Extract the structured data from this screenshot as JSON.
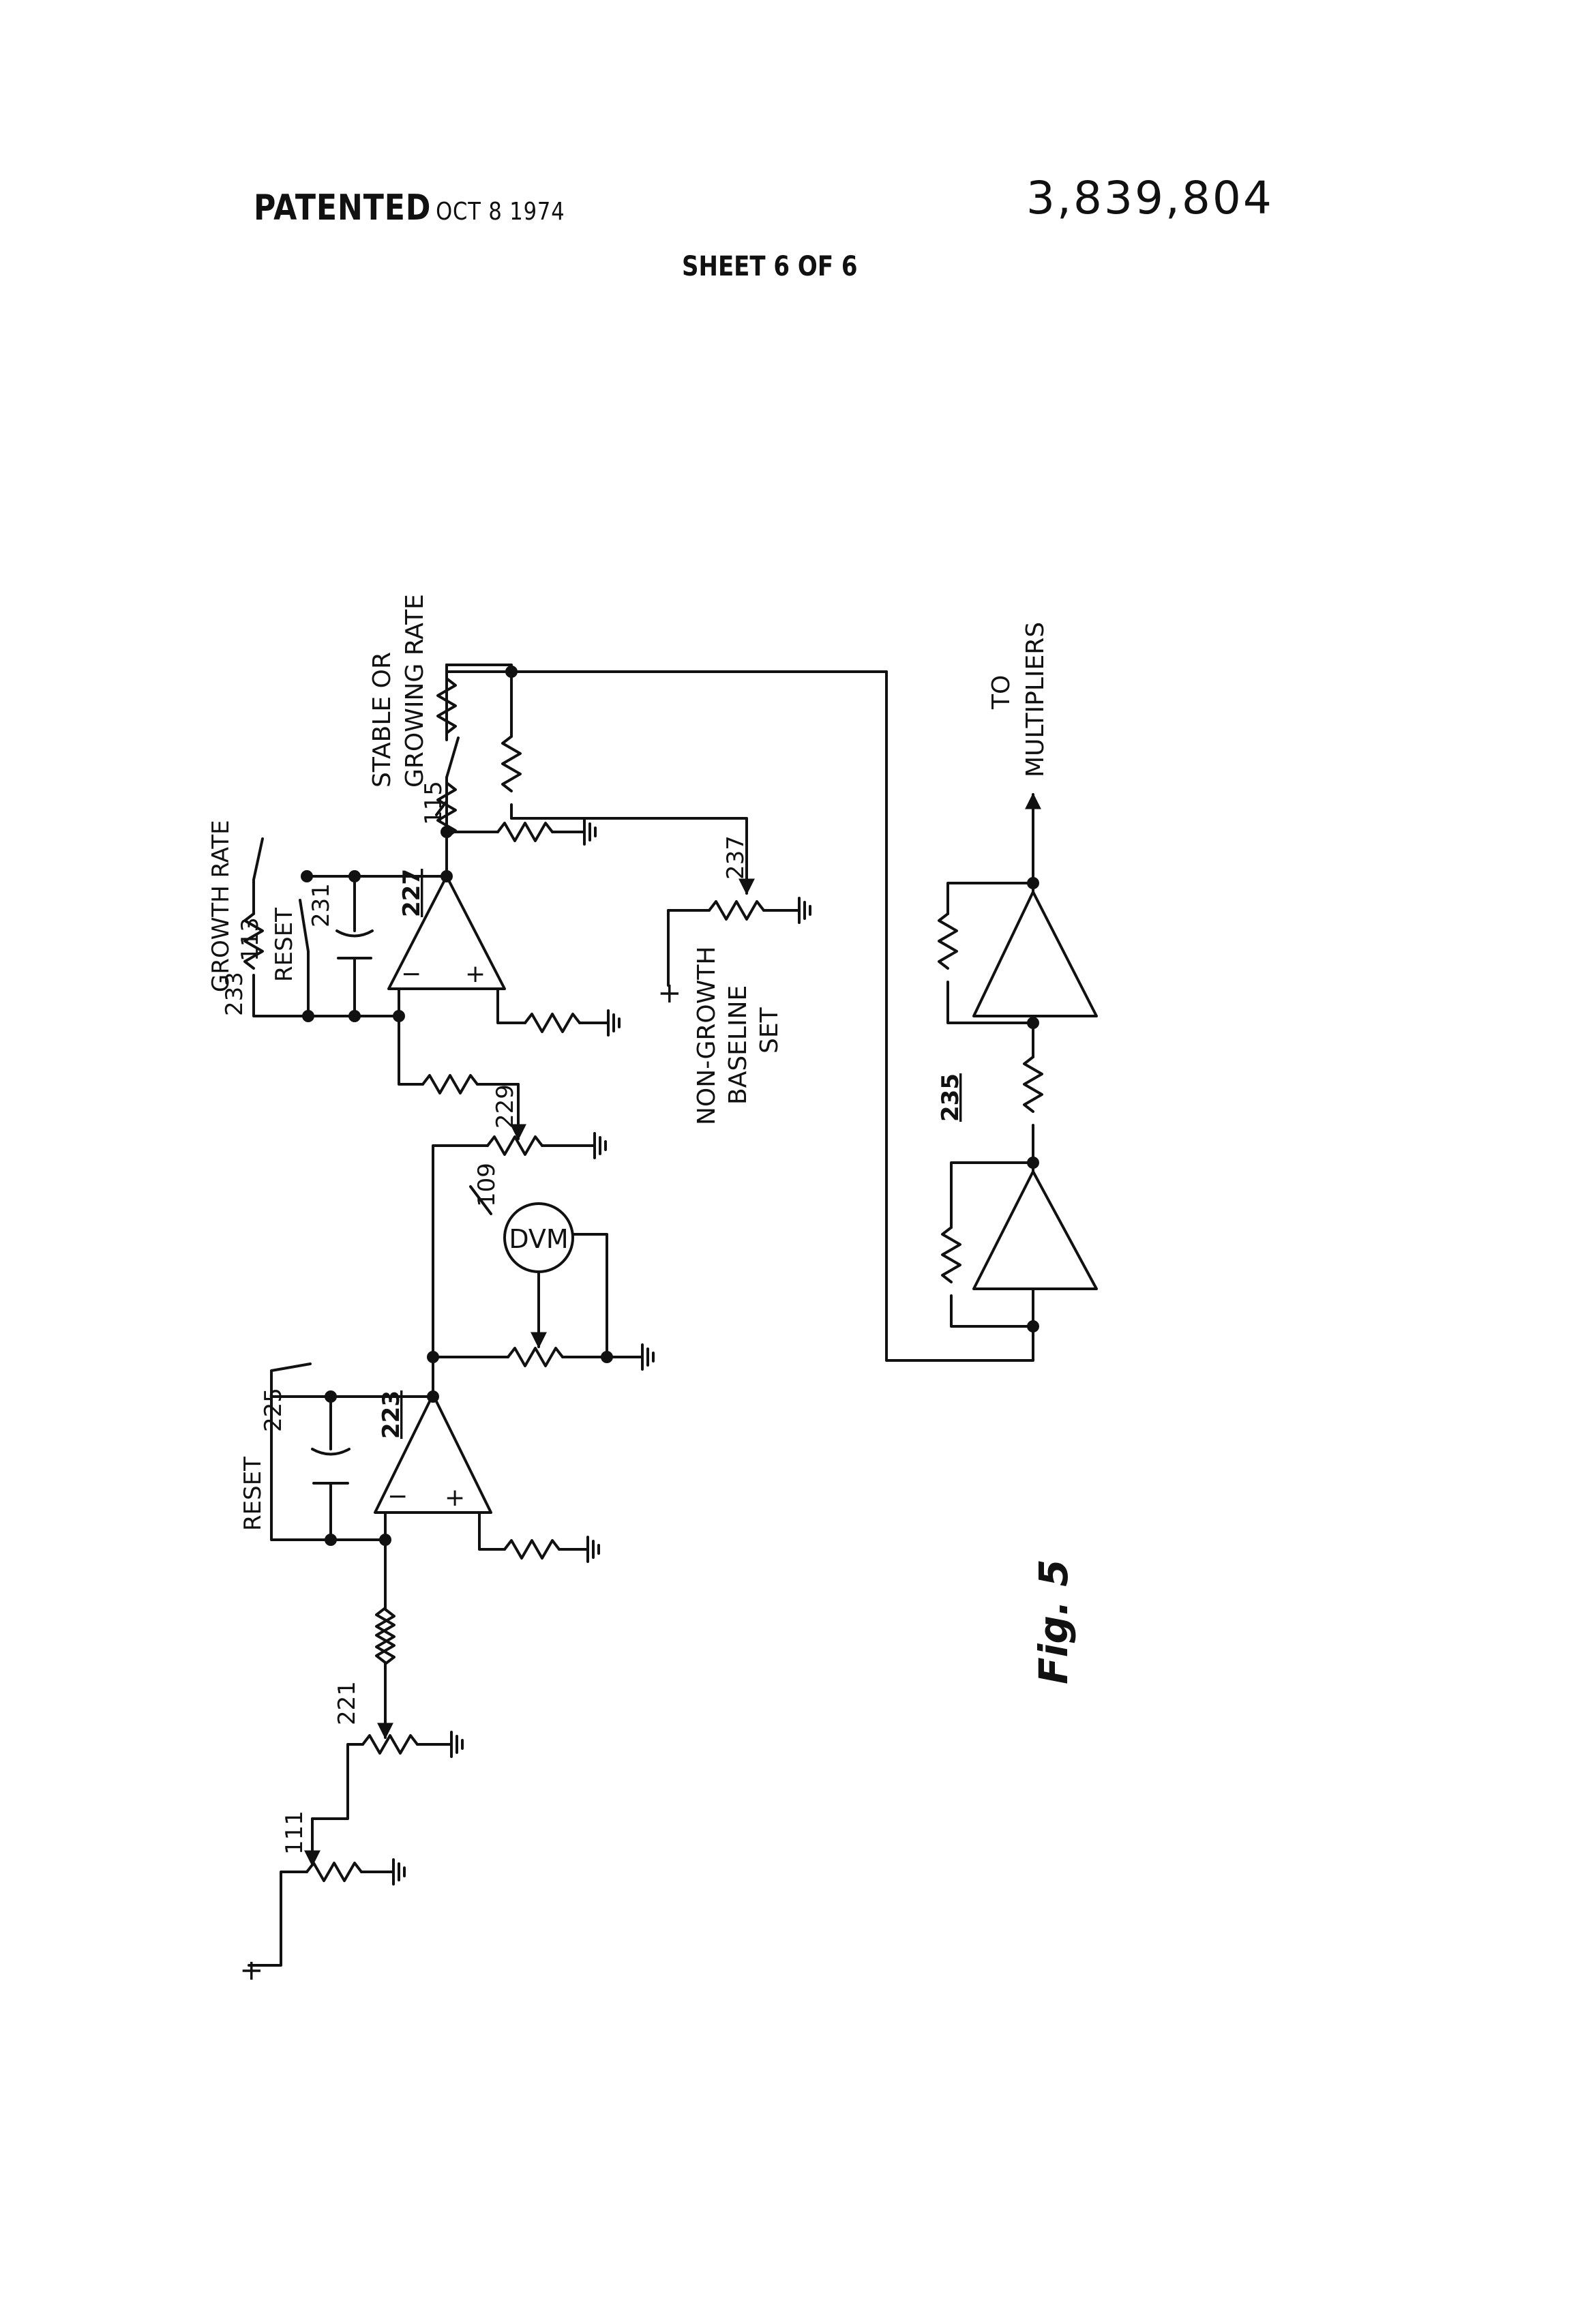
{
  "header": {
    "patented_label": "PATENTED",
    "patented_date": "OCT 8 1974",
    "patent_number": "3,839,804",
    "sheet_label": "SHEET 6 OF 6"
  },
  "labels": {
    "plus_input": "+",
    "ref_111": "111",
    "ref_221": "221",
    "reset_1": "RESET",
    "ref_225": "225",
    "ref_223": "223",
    "ref_109": "109",
    "dvm": "DVM",
    "ref_229": "229",
    "ref_233": "233",
    "growth_rate": "GROWTH RATE",
    "ref_113": "113",
    "reset_2": "RESET",
    "ref_231": "231",
    "ref_227": "227",
    "ref_115": "115",
    "stable_line1": "STABLE OR",
    "stable_line2": "GROWING RATE",
    "ref_237": "237",
    "baseline_plus": "+",
    "baseline_line1": "NON-GROWTH",
    "baseline_line2": "BASELINE",
    "baseline_line3": "SET",
    "ref_235": "235",
    "to_line1": "TO",
    "to_line2": "MULTIPLIERS",
    "opamp_minus": "−",
    "opamp_plus": "+",
    "figure": "Fig. 5"
  }
}
